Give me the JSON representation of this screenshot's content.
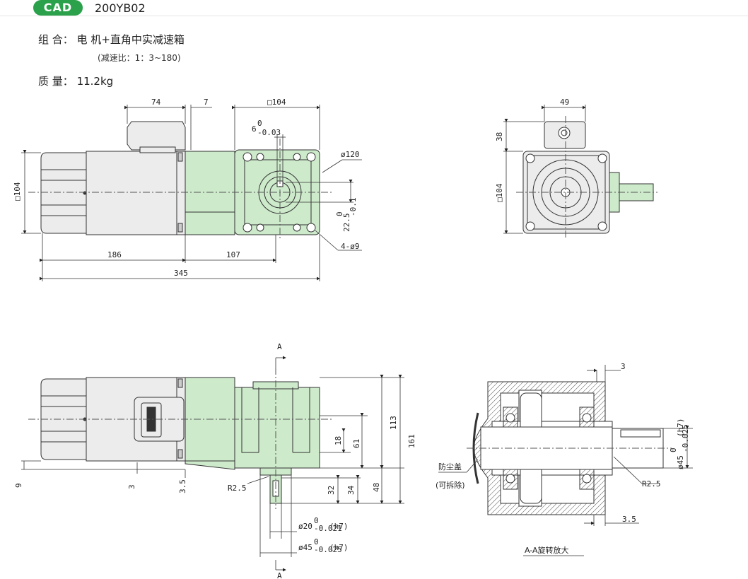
{
  "header": {
    "badge": "CAD",
    "model": "200YB02"
  },
  "spec": {
    "combination_label": "组 合：",
    "combination_value": "电 机+直角中实减速箱",
    "ratio_note": "(减速比：1：3~180)",
    "mass_label": "质 量：",
    "mass_value": "11.2kg"
  },
  "dims": {
    "d74": "74",
    "d7": "7",
    "d104_top": "□104",
    "d6": "6",
    "d6_tol_up": "0",
    "d6_tol_dn": "-0.03",
    "d120": "ø120",
    "d104_left": "□104",
    "d22_5": "22.5",
    "d22_5_tol_up": "0",
    "d22_5_tol_dn": "-0.1",
    "d4_9": "4-ø9",
    "d186": "186",
    "d107": "107",
    "d345": "345",
    "d49": "49",
    "d38": "38",
    "d104_side": "□104",
    "sec_a_top": "A",
    "sec_a_bot": "A",
    "d113": "113",
    "d161": "161",
    "d61": "61",
    "d18": "18",
    "d48": "48",
    "d34": "34",
    "d32": "32",
    "d9": "9",
    "d3_left": "3",
    "d3_5_left": "3.5",
    "r2_5_left": "R2.5",
    "d20": "ø20",
    "d20_tol": "(h7)",
    "d20_tol_up": "0",
    "d20_tol_dn": "-0.021",
    "d45_bot": "ø45",
    "d45_bot_tol": "(h7)",
    "d45_tol_up": "0",
    "d45_tol_dn": "-0.025",
    "d3_right": "3",
    "d3_5_right": "3.5",
    "r2_5_right": "R2.5",
    "d45_right": "ø45",
    "d45_right_tol": "(h7)",
    "d45_right_tol_up": "0",
    "d45_right_tol_dn": "-0.025"
  },
  "labels": {
    "dust_cover": "防尘盖",
    "removable": "(可拆除)",
    "section_title": "A-A旋转放大"
  },
  "colors": {
    "accent": "#2aa14a",
    "gearbox_fill": "#cdeacb",
    "motor_fill": "#ececec",
    "hatch": "#555555"
  }
}
